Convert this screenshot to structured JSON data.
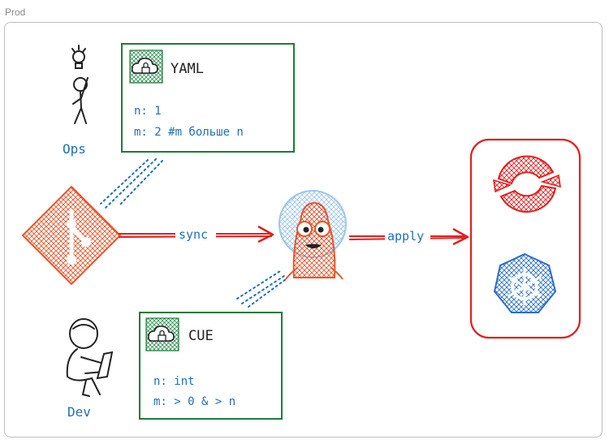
{
  "frame": {
    "title": "Prod"
  },
  "colors": {
    "blue": "#1f6fb8",
    "green": "#1e7b3a",
    "red": "#e1201f",
    "orange": "#e8552b",
    "black": "#222222"
  },
  "ops": {
    "label": "Ops"
  },
  "dev": {
    "label": "Dev"
  },
  "yaml_card": {
    "title": "YAML",
    "line1": "n: 1",
    "line2": "m: 2 #m больше n",
    "icon": "cloud-lock-icon"
  },
  "cue_card": {
    "title": "CUE",
    "line1": "n: int",
    "line2": "m: > 0 & > n",
    "icon": "lock-icon"
  },
  "edges": {
    "sync": "sync",
    "apply": "apply"
  },
  "icons": {
    "git": "git-logo-icon",
    "argo": "argo-mascot-icon",
    "openshift": "openshift-logo-icon",
    "kubernetes": "kubernetes-logo-icon"
  }
}
